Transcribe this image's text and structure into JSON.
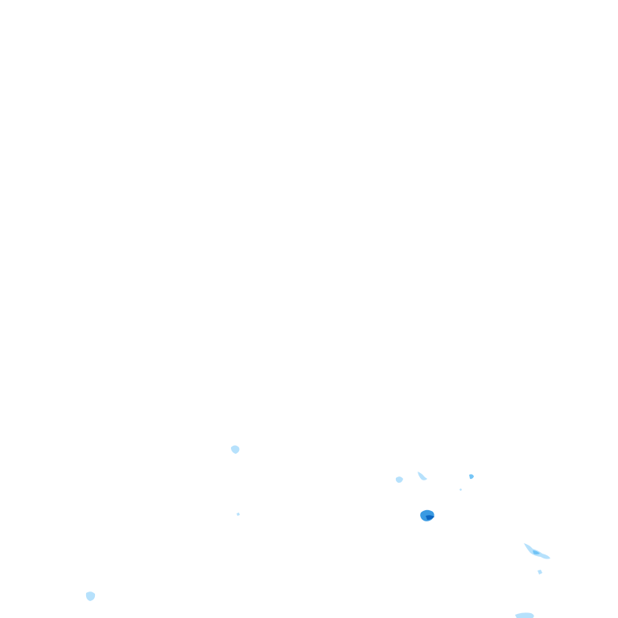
{
  "tile": {
    "background": "#ffffff",
    "palette": {
      "light": "#a9dcfb",
      "medium": "#6ec2f5",
      "strong": "#2f95e0",
      "core": "#0b63bf"
    },
    "cells": [
      {
        "intensity": "light"
      },
      {
        "intensity": "light"
      },
      {
        "intensity": "light"
      },
      {
        "intensity": "light"
      },
      {
        "intensity": "light"
      },
      {
        "intensity": "strong"
      },
      {
        "intensity": "core"
      },
      {
        "intensity": "medium"
      },
      {
        "intensity": "light"
      },
      {
        "intensity": "light"
      },
      {
        "intensity": "light"
      },
      {
        "intensity": "medium"
      },
      {
        "intensity": "light"
      }
    ]
  }
}
